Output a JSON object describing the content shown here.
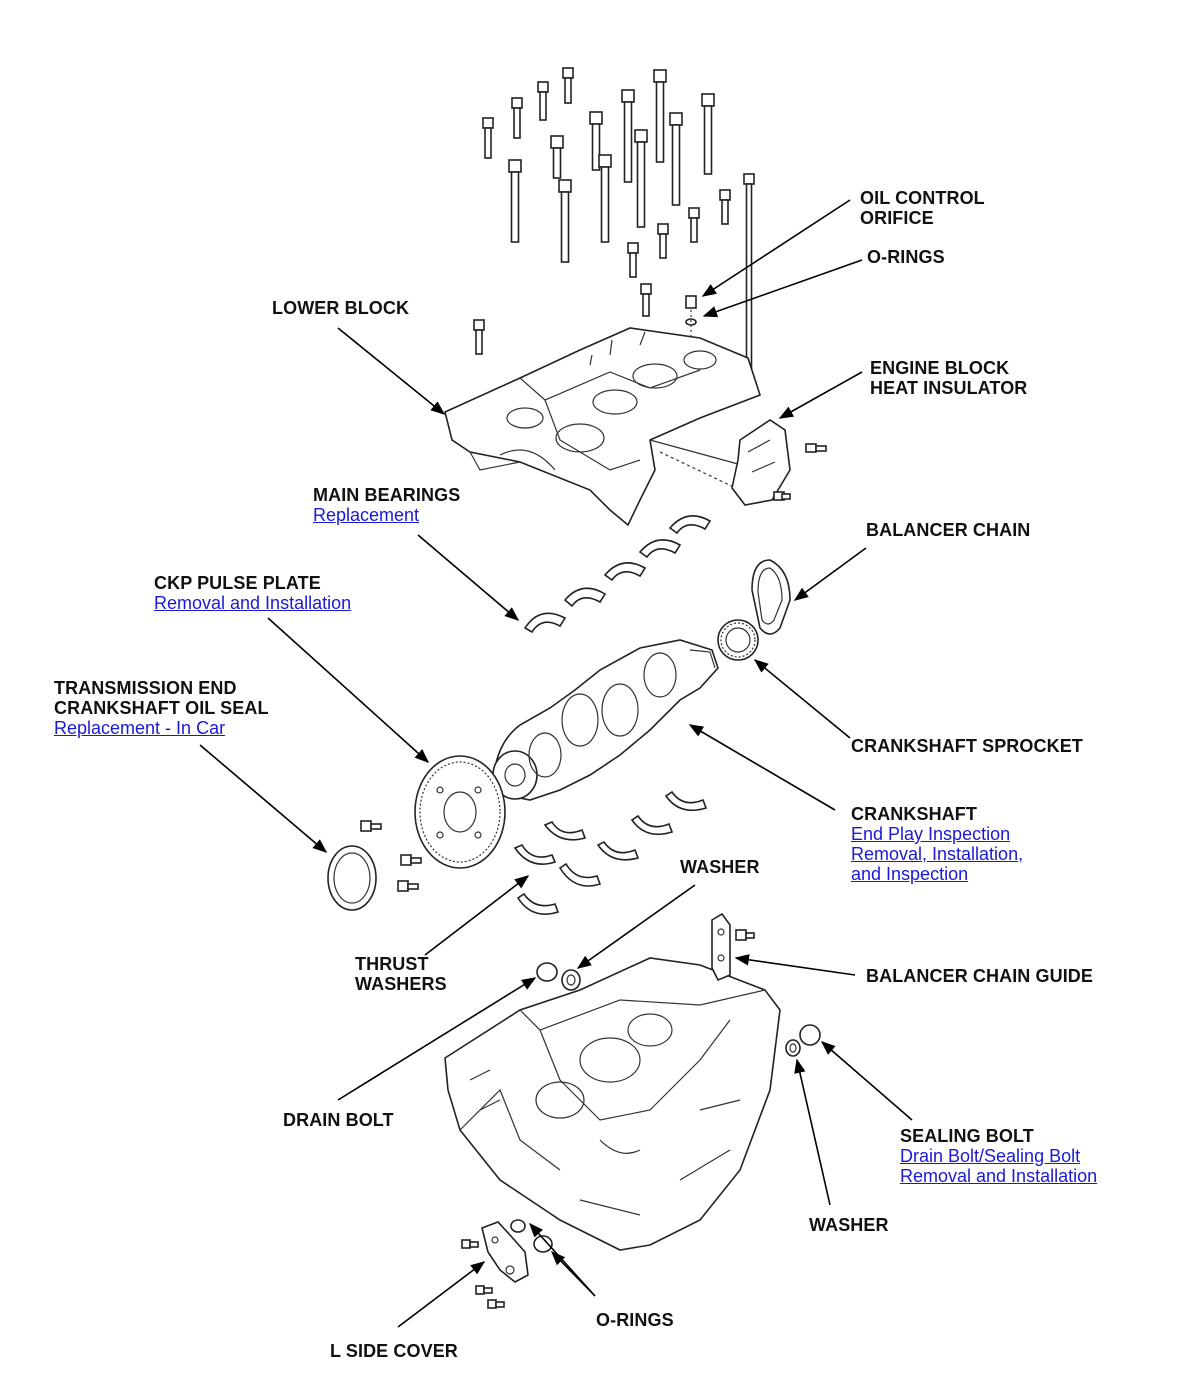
{
  "diagram": {
    "callouts": [
      {
        "key": "oil_control_orifice",
        "label_lines": [
          "OIL CONTROL",
          "ORIFICE"
        ],
        "links": []
      },
      {
        "key": "o_rings_top",
        "label_lines": [
          "O-RINGS"
        ],
        "links": []
      },
      {
        "key": "lower_block",
        "label_lines": [
          "LOWER BLOCK"
        ],
        "links": []
      },
      {
        "key": "engine_block_heat_insulator",
        "label_lines": [
          "ENGINE BLOCK",
          "HEAT INSULATOR"
        ],
        "links": []
      },
      {
        "key": "main_bearings",
        "label_lines": [
          "MAIN BEARINGS"
        ],
        "links": [
          "Replacement"
        ]
      },
      {
        "key": "balancer_chain",
        "label_lines": [
          "BALANCER CHAIN"
        ],
        "links": []
      },
      {
        "key": "ckp_pulse_plate",
        "label_lines": [
          "CKP PULSE PLATE"
        ],
        "links": [
          "Removal and Installation"
        ]
      },
      {
        "key": "transmission_end_seal",
        "label_lines": [
          "TRANSMISSION END",
          "CRANKSHAFT OIL SEAL"
        ],
        "links": [
          "Replacement - In Car"
        ]
      },
      {
        "key": "crankshaft_sprocket",
        "label_lines": [
          "CRANKSHAFT SPROCKET"
        ],
        "links": []
      },
      {
        "key": "crankshaft",
        "label_lines": [
          "CRANKSHAFT"
        ],
        "links": [
          "End Play Inspection",
          "Removal, Installation,",
          "and Inspection"
        ]
      },
      {
        "key": "washer_top",
        "label_lines": [
          "WASHER"
        ],
        "links": []
      },
      {
        "key": "thrust_washers",
        "label_lines": [
          "THRUST",
          "WASHERS"
        ],
        "links": []
      },
      {
        "key": "balancer_chain_guide",
        "label_lines": [
          "BALANCER CHAIN GUIDE"
        ],
        "links": []
      },
      {
        "key": "drain_bolt",
        "label_lines": [
          "DRAIN BOLT"
        ],
        "links": []
      },
      {
        "key": "sealing_bolt",
        "label_lines": [
          "SEALING BOLT"
        ],
        "links": [
          "Drain Bolt/Sealing Bolt",
          "Removal and Installation"
        ]
      },
      {
        "key": "washer_bottom",
        "label_lines": [
          "WASHER"
        ],
        "links": []
      },
      {
        "key": "o_rings_bottom",
        "label_lines": [
          "O-RINGS"
        ],
        "links": []
      },
      {
        "key": "l_side_cover",
        "label_lines": [
          "L SIDE COVER"
        ],
        "links": []
      }
    ]
  }
}
